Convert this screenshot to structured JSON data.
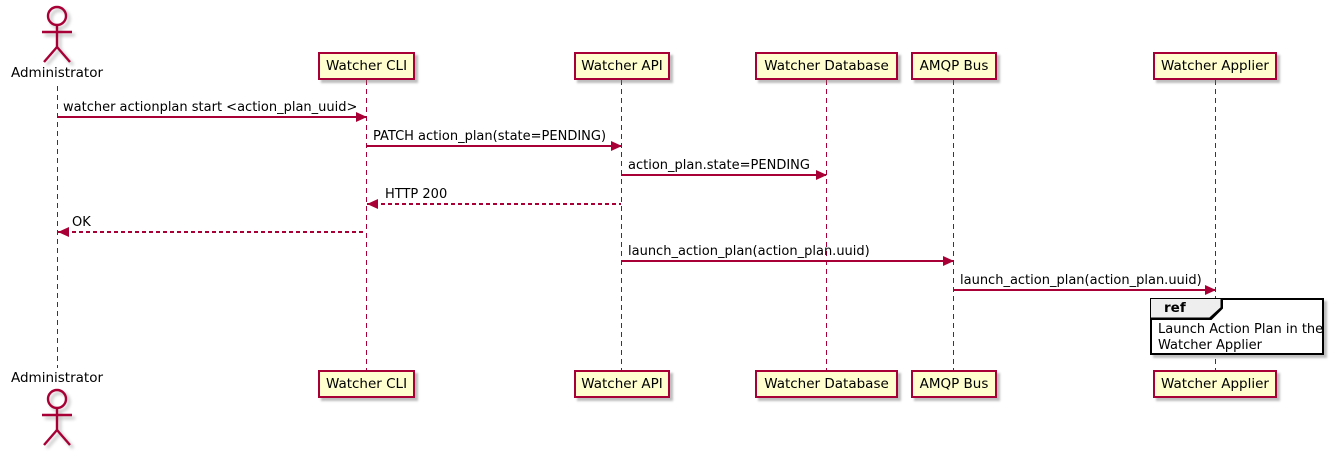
{
  "diagram_type": "sequence",
  "actor": {
    "name": "Administrator"
  },
  "participants": [
    {
      "label": "Watcher CLI"
    },
    {
      "label": "Watcher API"
    },
    {
      "label": "Watcher Database"
    },
    {
      "label": "AMQP Bus"
    },
    {
      "label": "Watcher Applier"
    }
  ],
  "messages": [
    {
      "from": "Administrator",
      "to": "Watcher CLI",
      "label": "watcher actionplan start <action_plan_uuid>",
      "line": "solid",
      "direction": "right"
    },
    {
      "from": "Watcher CLI",
      "to": "Watcher API",
      "label": "PATCH action_plan(state=PENDING)",
      "line": "solid",
      "direction": "right"
    },
    {
      "from": "Watcher API",
      "to": "Watcher Database",
      "label": "action_plan.state=PENDING",
      "line": "solid",
      "direction": "right"
    },
    {
      "from": "Watcher API",
      "to": "Watcher CLI",
      "label": "HTTP 200",
      "line": "dashed",
      "direction": "left"
    },
    {
      "from": "Watcher CLI",
      "to": "Administrator",
      "label": "OK",
      "line": "dashed",
      "direction": "left"
    },
    {
      "from": "Watcher API",
      "to": "AMQP Bus",
      "label": "launch_action_plan(action_plan.uuid)",
      "line": "solid",
      "direction": "right"
    },
    {
      "from": "AMQP Bus",
      "to": "Watcher Applier",
      "label": "launch_action_plan(action_plan.uuid)",
      "line": "solid",
      "direction": "right"
    }
  ],
  "ref": {
    "keyword": "ref",
    "line1": "Launch Action Plan in the",
    "line2": "Watcher Applier",
    "over": "Watcher Applier"
  },
  "colors": {
    "participant_fill": "#FEFECE",
    "participant_border": "#A80036",
    "line_color": "#A80036",
    "text_color": "#000000",
    "ref_border": "#000000",
    "ref_header_fill": "#EEEEEE",
    "background": "#FFFFFF"
  }
}
